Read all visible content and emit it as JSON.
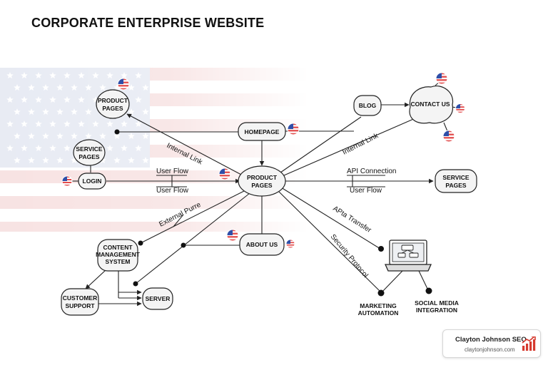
{
  "title": "CORPORATE ENTERPRISE WEBSITE",
  "colors": {
    "flag_red": "#e24c4c",
    "flag_blue": "#2f4fa8",
    "line": "#222222",
    "node_fill": "#f4f4f4",
    "brand_red": "#d63a2f"
  },
  "nodes": {
    "product_pages_top": [
      "PRODUCT",
      "PAGES"
    ],
    "service_pages_left": [
      "SERVICE",
      "PAGES"
    ],
    "login": [
      "LOGIN"
    ],
    "homepage": [
      "HOMEPAGE"
    ],
    "blog": [
      "BLOG"
    ],
    "contact_us": [
      "CONTACT US"
    ],
    "product_pages_hub": [
      "PRODUCT",
      "PAGES"
    ],
    "service_pages_right": [
      "SERVICE",
      "PAGES"
    ],
    "about_us": [
      "ABOUT US"
    ],
    "cms": [
      "CONTENT",
      "MANAGEMENT",
      "SYSTEM"
    ],
    "customer_support": [
      "CUSTOMER",
      "SUPPORT"
    ],
    "server": [
      "SERVER"
    ],
    "marketing_automation": [
      "MARKETING",
      "AUTOMATION"
    ],
    "social_media_integration": [
      "SOCIAL MEDIA",
      "INTEGRATION"
    ]
  },
  "edge_labels": {
    "internal_link_left": "Internal Link",
    "internal_link_right": "Internal Link",
    "user_flow_top": "User Flow",
    "user_flow_bottom": "User Flow",
    "api_connection": "API Connection",
    "user_flow_right": "User Flow",
    "external_purre": "External Purre",
    "apta_transfer": "APta Transfer",
    "security_protocol": "Security Protocol"
  },
  "badge": {
    "name": "Clayton Johnson SEO",
    "url": "claytonjohnson.com",
    "icon": "bar-chart-trend-icon"
  },
  "icons": {
    "flag": "us-flag-icon",
    "computer": "computer-monitor-icon"
  }
}
